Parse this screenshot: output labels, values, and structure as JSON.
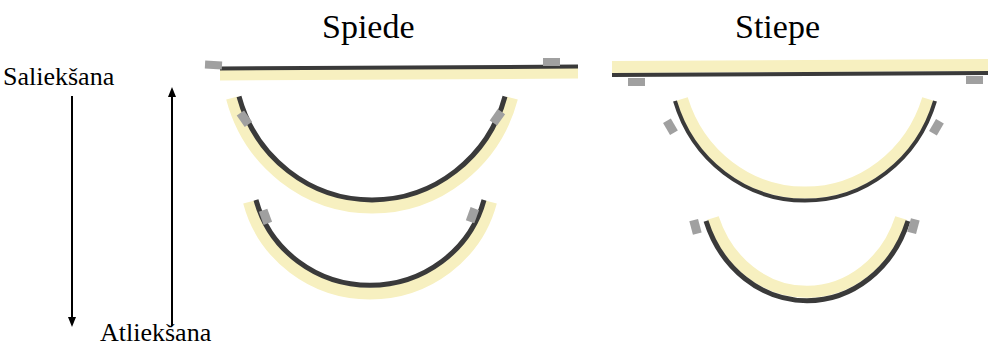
{
  "diagram": {
    "labels": [
      "Spiede",
      "Stiepe",
      "Saliekšana",
      "Atliekšana"
    ]
  }
}
